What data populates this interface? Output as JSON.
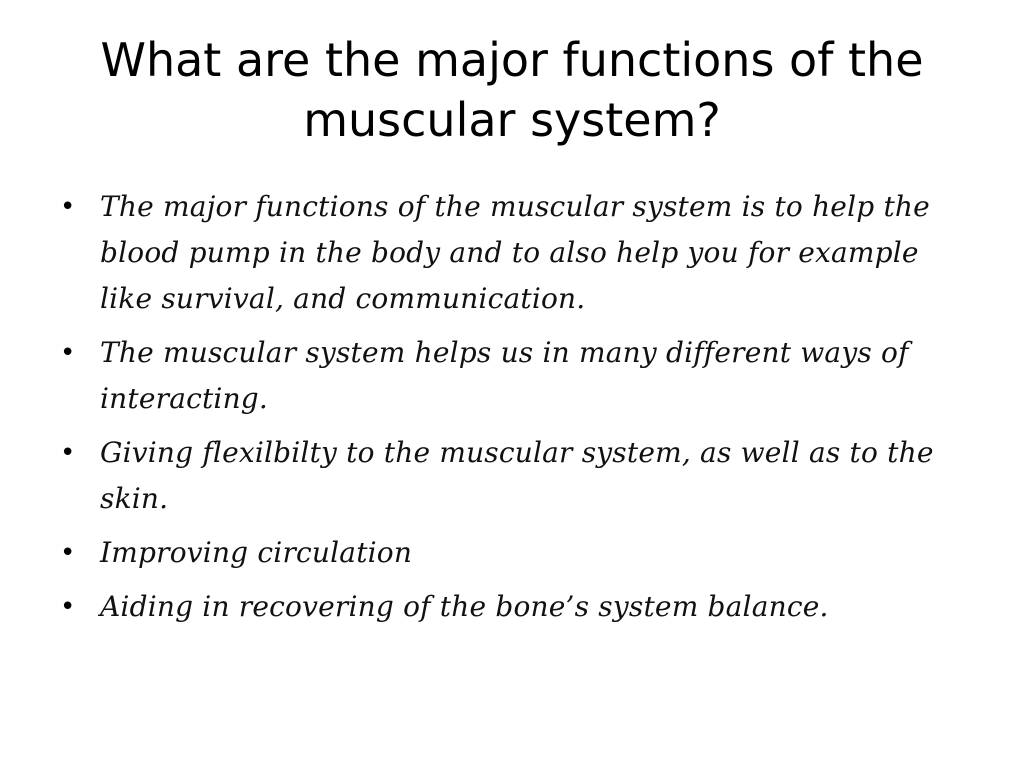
{
  "slide": {
    "title": "What are the major functions of the muscular system?",
    "bullet_glyph": "•",
    "bullets": [
      "The major functions of the muscular  system is to help the blood pump in the body and to also help you for example like survival, and communication.",
      "The muscular system helps us in many different ways of interacting.",
      "Giving flexilbilty to the muscular system, as well as to the skin.",
      "Improving circulation",
      "Aiding in recovering of the bone’s system balance."
    ]
  },
  "colors": {
    "background": "#ffffff",
    "text": "#000000"
  }
}
